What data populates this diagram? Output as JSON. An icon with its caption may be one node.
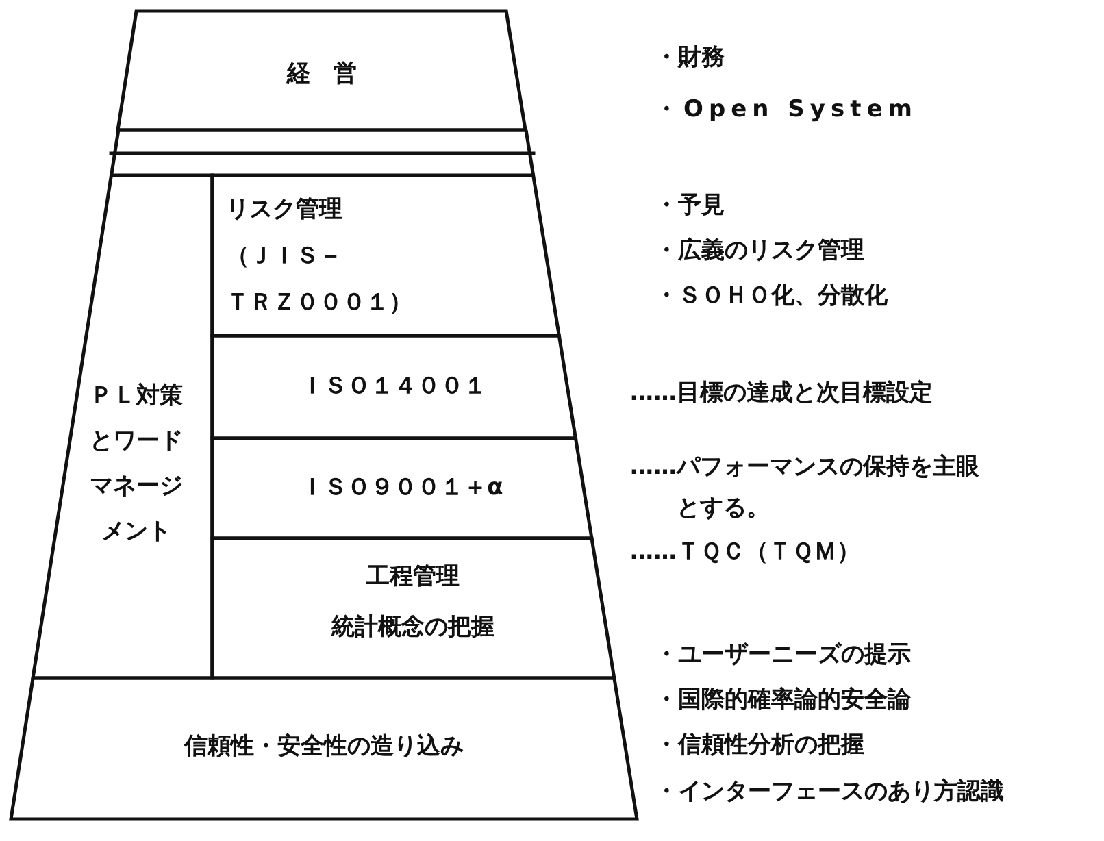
{
  "diagram": {
    "nodes": [
      {
        "text": [
          "経　営"
        ],
        "beside": [
          "・財務",
          "・Open System"
        ]
      },
      {
        "text": [
          "ＰＬ対策とワードマネージメント"
        ]
      },
      {
        "text": [
          "リスク管理（ＪＩＳ－ＴＲＺ０００１）"
        ],
        "beside": [
          "・予見",
          "・広義のリスク管理",
          "・ＳＯＨＯ化、分散化"
        ]
      },
      {
        "text": [
          "ＩＳＯ１４００１"
        ],
        "beside": [
          "……目標の達成と次目標設定"
        ]
      },
      {
        "text": [
          "ＩＳＯ９００１＋α"
        ],
        "beside": [
          "……パフォーマンスの保持を主眼とする。"
        ]
      },
      {
        "text": [
          "工程管理",
          "統計概念の把握"
        ],
        "beside": [
          "……ＴＱＣ（ＴＱＭ）"
        ]
      },
      {
        "text": [
          "信頼性・安全性の造り込み"
        ],
        "beside": [
          "・ユーザーニーズの提示",
          "・国際的確率論的安全論",
          "・信頼性分析の把握",
          "・インターフェースのあり方認識"
        ]
      }
    ],
    "edges": []
  }
}
